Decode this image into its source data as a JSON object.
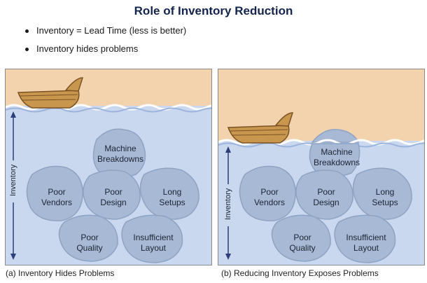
{
  "title": "Role of Inventory Reduction",
  "bullets": [
    "Inventory = Lead Time (less is better)",
    "Inventory hides problems"
  ],
  "panels": {
    "a": {
      "caption": "(a) Inventory Hides Problems",
      "axis_label": "Inventory",
      "rocks": [
        {
          "line1": "Machine",
          "line2": "Breakdowns"
        },
        {
          "line1": "Poor",
          "line2": "Vendors"
        },
        {
          "line1": "Poor",
          "line2": "Design"
        },
        {
          "line1": "Long",
          "line2": "Setups"
        },
        {
          "line1": "Poor",
          "line2": "Quality"
        },
        {
          "line1": "Insufficient",
          "line2": "Layout"
        }
      ]
    },
    "b": {
      "caption": "(b) Reducing Inventory Exposes Problems",
      "axis_label": "Inventory",
      "rocks": [
        {
          "line1": "Machine",
          "line2": "Breakdowns"
        },
        {
          "line1": "Poor",
          "line2": "Vendors"
        },
        {
          "line1": "Poor",
          "line2": "Design"
        },
        {
          "line1": "Long",
          "line2": "Setups"
        },
        {
          "line1": "Poor",
          "line2": "Quality"
        },
        {
          "line1": "Insufficient",
          "line2": "Layout"
        }
      ]
    }
  },
  "colors": {
    "sky": "#f3d3ad",
    "water": "#c9d8ef",
    "rock": "#a7b9d4",
    "rock_edge": "#8ea3c3",
    "boat": "#c8964c",
    "boat_dark": "#7a5224",
    "arrow": "#2b3e7a"
  }
}
